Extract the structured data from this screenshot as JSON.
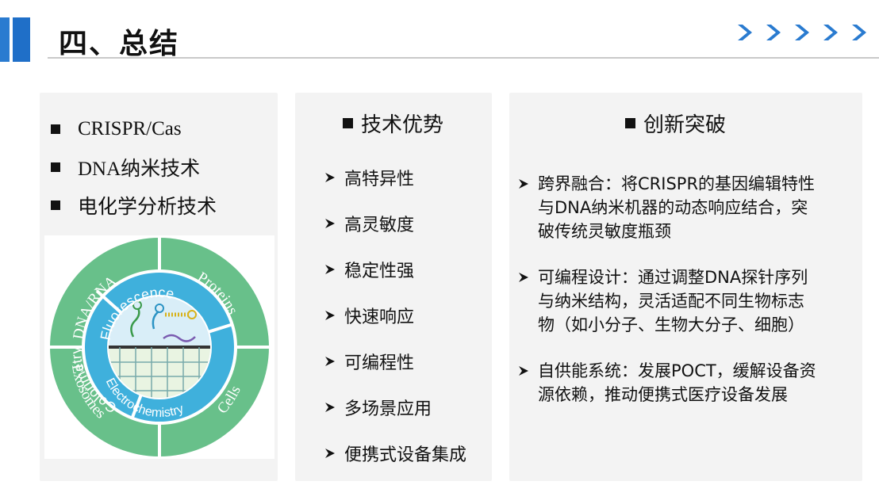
{
  "slide": {
    "title": "四、总结"
  },
  "left_panel": {
    "items": [
      {
        "label": "CRISPR/Cas"
      },
      {
        "label": "DNA纳米技术"
      },
      {
        "label": "电化学分析技术"
      }
    ],
    "diagram": {
      "outer_labels": [
        "DNA/RNA",
        "Proteins",
        "Exosomes",
        "Cells"
      ],
      "inner_labels": [
        "Fluorescence",
        "Colorimetry",
        "Electrochemistry"
      ],
      "colors": {
        "outer_ring": "#68c08a",
        "inner_ring": "#3fb0dc",
        "center": "#d9eef8"
      }
    }
  },
  "middle_panel": {
    "heading": "技术优势",
    "items": [
      "高特异性",
      "高灵敏度",
      "稳定性强",
      "快速响应",
      "可编程性",
      "多场景应用",
      "便携式设备集成"
    ]
  },
  "right_panel": {
    "heading": "创新突破",
    "items": [
      {
        "lines": [
          "跨界融合：将CRISPR的基因编辑特性",
          "与DNA纳米机器的动态响应结合，突",
          "破传统灵敏度瓶颈"
        ]
      },
      {
        "lines": [
          "可编程设计：通过调整DNA探针序列",
          "与纳米结构，灵活适配不同生物标志",
          "物（如小分子、生物大分子、细胞）"
        ]
      },
      {
        "lines": [
          "自供能系统：发展POCT，缓解设备资",
          "源依赖，推动便携式医疗设备发展"
        ]
      }
    ]
  },
  "colors": {
    "accent_blue": "#1f6fc8",
    "panel_bg": "#f3f3f3"
  }
}
